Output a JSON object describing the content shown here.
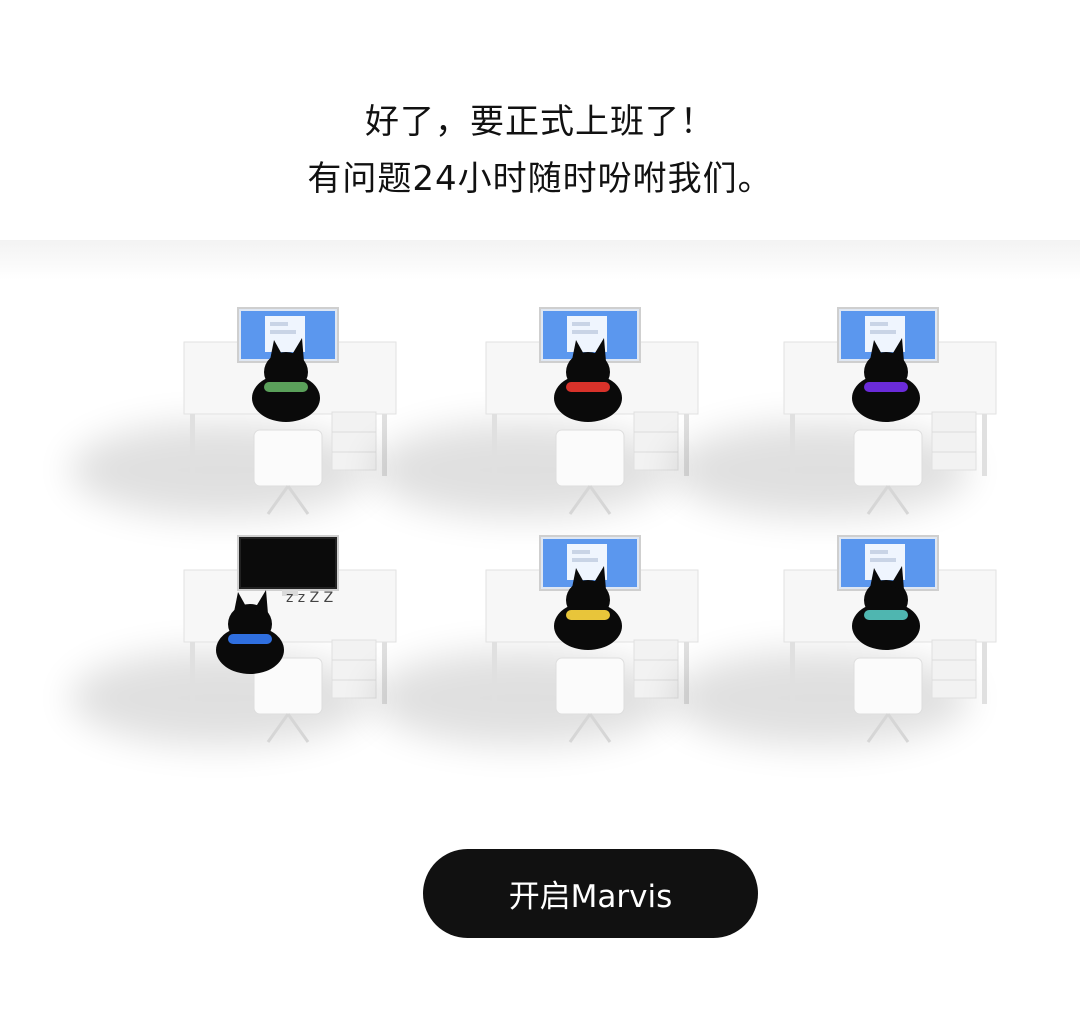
{
  "header": {
    "line1": "好了，要正式上班了！",
    "line2": "有问题24小时随时吩咐我们。"
  },
  "scene": {
    "workstations": [
      {
        "collar_color": "#5aa05a",
        "screen": "on",
        "asleep": false
      },
      {
        "collar_color": "#d8322a",
        "screen": "on",
        "asleep": false
      },
      {
        "collar_color": "#6a2bd9",
        "screen": "on",
        "asleep": false
      },
      {
        "collar_color": "#2f6fe0",
        "screen": "off",
        "asleep": true
      },
      {
        "collar_color": "#e8c53a",
        "screen": "on",
        "asleep": false
      },
      {
        "collar_color": "#4fb6b0",
        "screen": "on",
        "asleep": false
      }
    ],
    "sleep_text": "z z Z Z"
  },
  "cta": {
    "label": "开启Marvis"
  },
  "colors": {
    "button_bg": "#111111",
    "screen_blue": "#5b97ee",
    "mascot": "#0a0a0a"
  }
}
